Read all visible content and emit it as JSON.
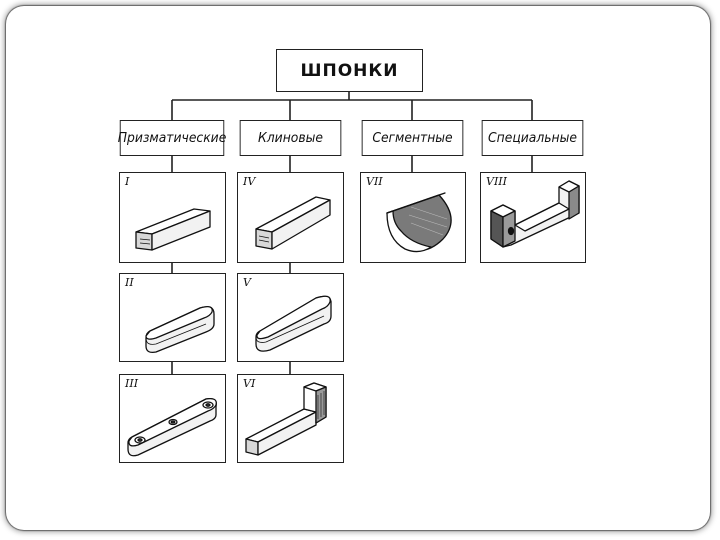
{
  "root": {
    "label": "ШПОНКИ"
  },
  "categories": [
    {
      "label": "Призматические"
    },
    {
      "label": "Клиновые"
    },
    {
      "label": "Сегментные"
    },
    {
      "label": "Специальные"
    }
  ],
  "cells": [
    {
      "numeral": "I",
      "shape": "prismatic-key-flat-ends"
    },
    {
      "numeral": "II",
      "shape": "prismatic-key-rounded-ends"
    },
    {
      "numeral": "III",
      "shape": "prismatic-key-with-screw-holes"
    },
    {
      "numeral": "IV",
      "shape": "taper-key-flat"
    },
    {
      "numeral": "V",
      "shape": "taper-key-rounded"
    },
    {
      "numeral": "VI",
      "shape": "gib-head-taper-key"
    },
    {
      "numeral": "VII",
      "shape": "woodruff-segment-key"
    },
    {
      "numeral": "VIII",
      "shape": "special-key"
    }
  ]
}
